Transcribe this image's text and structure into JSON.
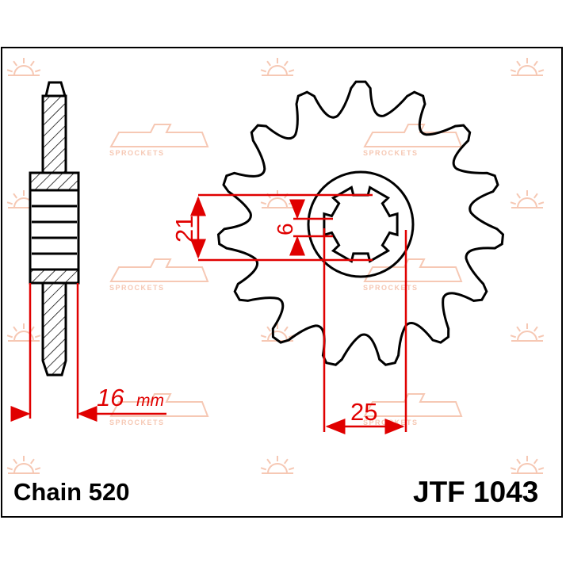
{
  "title": {
    "chain": "Chain 520",
    "part": "JTF 1043"
  },
  "dimensions": {
    "width_value": "16",
    "width_unit": "mm",
    "inner_dia": "21",
    "spline_width": "6",
    "outer_hub": "25"
  },
  "sprocket": {
    "teeth": 15,
    "splines": 6
  },
  "watermark": {
    "text": "SPROCKETS"
  },
  "colors": {
    "dimension": "#e00000",
    "watermark": "#f6c8b4",
    "outline": "#000000"
  }
}
